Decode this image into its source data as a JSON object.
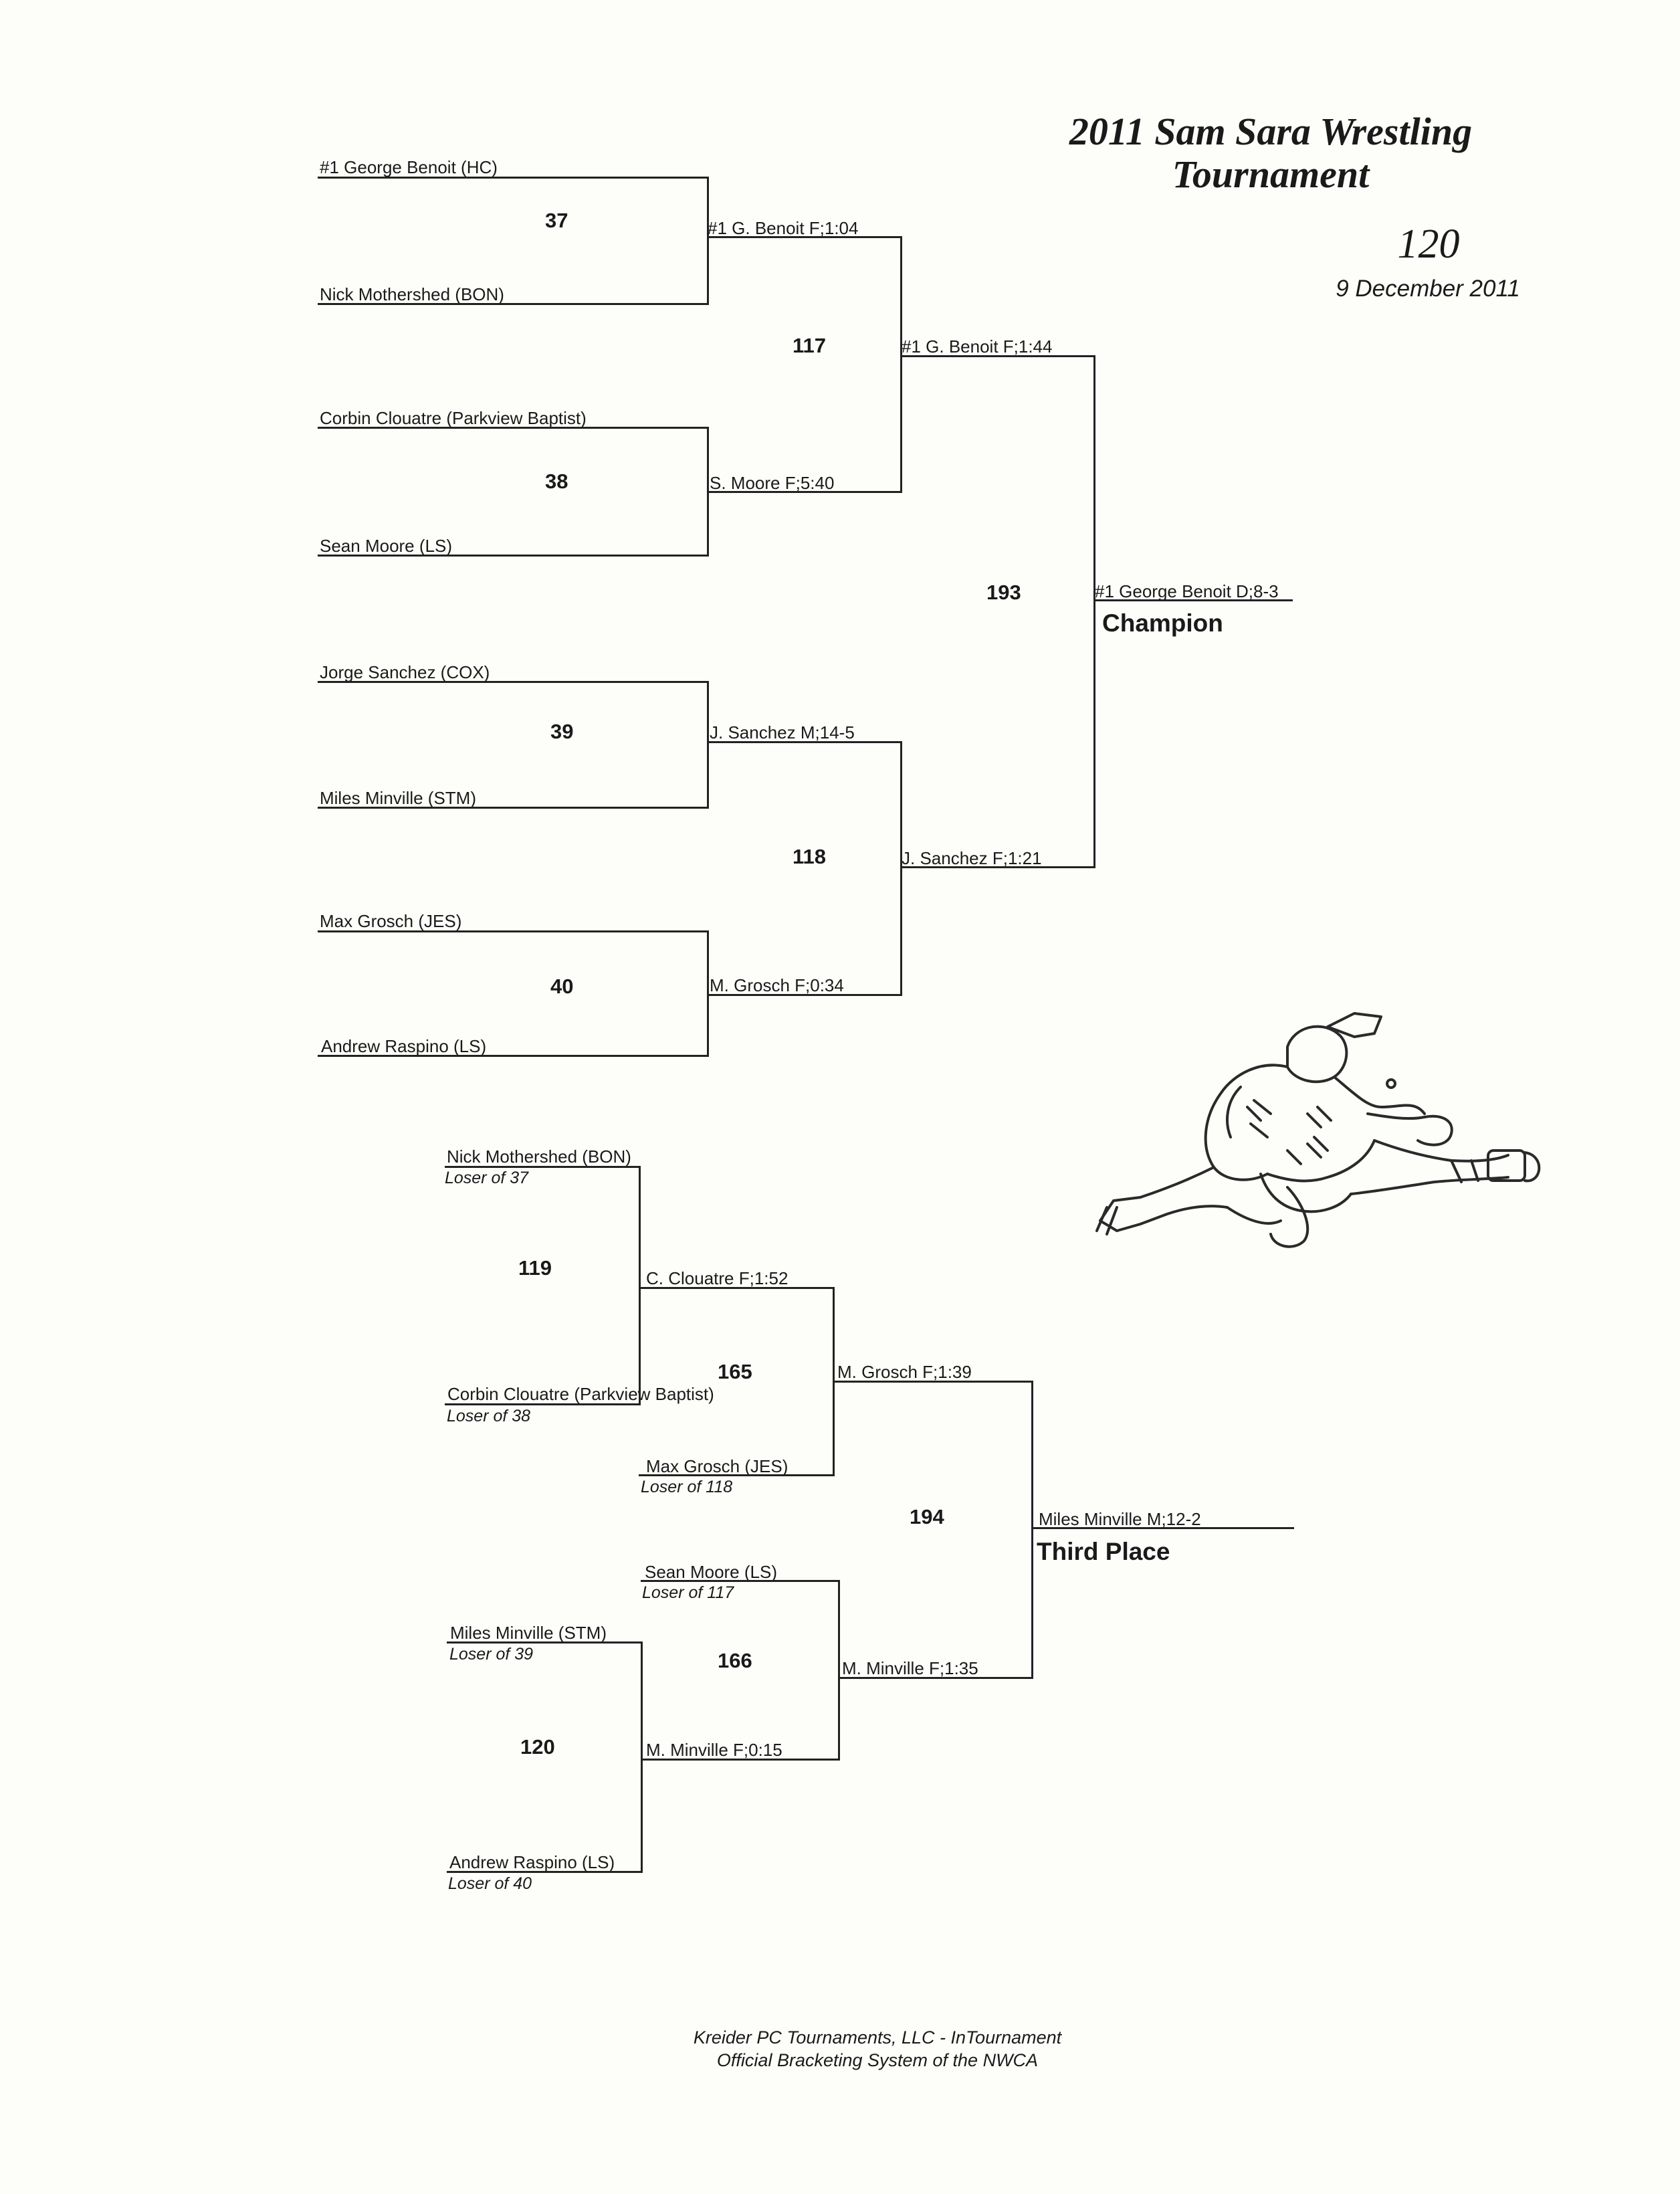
{
  "header": {
    "title_line1": "2011 Sam Sara Wrestling",
    "title_line2": "Tournament",
    "weight_class": "120",
    "date": "9 December 2011"
  },
  "championship": {
    "round1": [
      {
        "top": "#1 George Benoit (HC)",
        "bottom": "Nick Mothershed (BON)",
        "bout": "37",
        "winner": "#1 G. Benoit F;1:04"
      },
      {
        "top": "Corbin Clouatre (Parkview Baptist)",
        "bottom": "Sean Moore (LS)",
        "bout": "38",
        "winner": "S. Moore F;5:40"
      },
      {
        "top": "Jorge Sanchez (COX)",
        "bottom": "Miles Minville (STM)",
        "bout": "39",
        "winner": "J. Sanchez M;14-5"
      },
      {
        "top": "Max Grosch (JES)",
        "bottom": "Andrew Raspino (LS)",
        "bout": "40",
        "winner": "M. Grosch F;0:34"
      }
    ],
    "semis": [
      {
        "bout": "117",
        "winner": "#1 G. Benoit F;1:44"
      },
      {
        "bout": "118",
        "winner": "J. Sanchez F;1:21"
      }
    ],
    "final": {
      "bout": "193",
      "winner": "#1 George Benoit D;8-3",
      "place_label": "Champion"
    }
  },
  "consolation": {
    "round1": [
      {
        "top": "Nick Mothershed (BON)",
        "top_loser": "Loser of  37",
        "bottom": "Corbin Clouatre (Parkview Baptist)",
        "bottom_loser": "Loser of  38",
        "bout": "119",
        "winner": "C. Clouatre F;1:52"
      },
      {
        "top": "Miles Minville (STM)",
        "top_loser": "Loser of  39",
        "bottom": "Andrew Raspino (LS)",
        "bottom_loser": "Loser of  40",
        "bout": "120",
        "winner": "M. Minville F;0:15"
      }
    ],
    "round2": [
      {
        "entrant": "Max Grosch (JES)",
        "entrant_loser": "Loser of  118",
        "bout": "165",
        "winner": "M. Grosch F;1:39"
      },
      {
        "entrant": "Sean Moore (LS)",
        "entrant_loser": "Loser of  117",
        "bout": "166",
        "winner": "M. Minville F;1:35"
      }
    ],
    "final": {
      "bout": "194",
      "winner": "Miles Minville M;12-2",
      "place_label": "Third Place"
    }
  },
  "footer": {
    "line1": "Kreider PC Tournaments, LLC - InTournament",
    "line2": "Official Bracketing System of the NWCA"
  },
  "illustration": {
    "icon": "wrestlers-illustration-icon"
  }
}
